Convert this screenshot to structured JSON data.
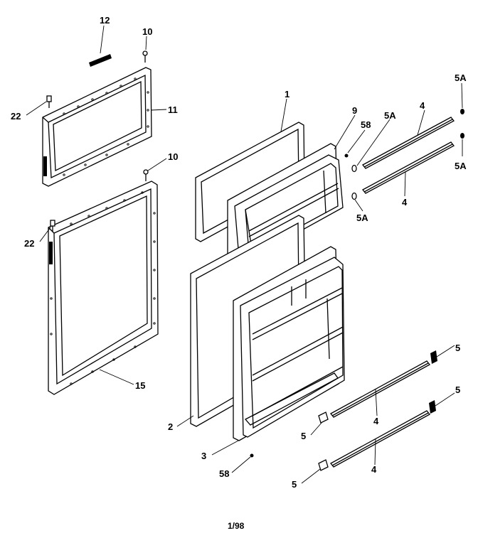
{
  "labels": {
    "p12": "12",
    "p10a": "10",
    "p10b": "10",
    "p11": "11",
    "p22a": "22",
    "p22b": "22",
    "p15": "15",
    "p1": "1",
    "p9": "9",
    "p58a": "58",
    "p58b": "58",
    "p5Aa": "5A",
    "p5Ab": "5A",
    "p5Ac": "5A",
    "p5Ad": "5A",
    "p4a": "4",
    "p4b": "4",
    "p4c": "4",
    "p4d": "4",
    "p2": "2",
    "p3": "3",
    "p5a": "5",
    "p5b": "5",
    "p5c": "5",
    "p5d": "5"
  },
  "footer": "1/98"
}
